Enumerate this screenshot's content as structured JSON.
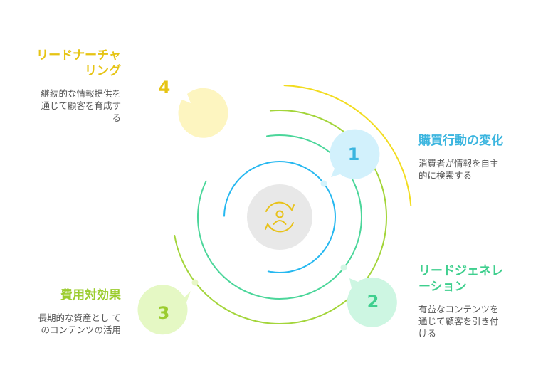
{
  "steps": [
    {
      "number": "1",
      "title": "購買行動の変化",
      "desc_lines": [
        "消費者が情報を自主",
        "的に検索する"
      ],
      "color": "#3bb5df",
      "bubble": "#d2f1fc"
    },
    {
      "number": "2",
      "title_lines": [
        "リードジェネレ",
        "ーション"
      ],
      "desc_lines": [
        "有益なコンテンツを",
        "通じて顧客を引き付",
        "ける"
      ],
      "color": "#3fcf8e",
      "bubble": "#cdf6e2"
    },
    {
      "number": "3",
      "title": "費用対効果",
      "desc_lines": [
        "長期的な資産とし て",
        "のコンテンツの活用"
      ],
      "color": "#9bcc2e",
      "bubble": "#e5f8c4"
    },
    {
      "number": "4",
      "title_lines": [
        "リードナーチャ",
        "リング"
      ],
      "desc_lines": [
        "継続的な情報提供を",
        "通じて顧客を育成す",
        "る"
      ],
      "color": "#e6c414",
      "bubble": "#fdf5c0"
    }
  ],
  "center_icon": "user-refresh-icon",
  "colors": {
    "ring_cyan": "#26b8f0",
    "ring_green": "#4bd69a",
    "ring_lime": "#a3d53a",
    "ring_yellow": "#f2dc1f",
    "center_bg": "#e8e8e8",
    "center_icon": "#e8c21a"
  }
}
